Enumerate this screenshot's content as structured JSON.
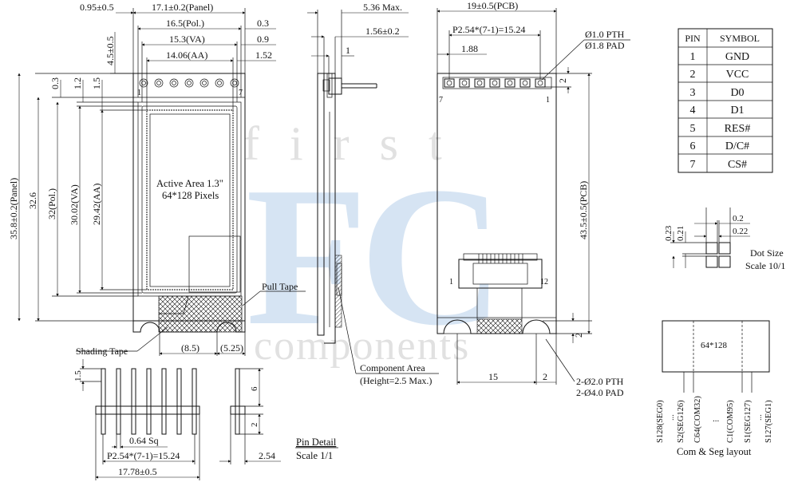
{
  "watermark": {
    "brand_top": "first",
    "brand_logo": "FC",
    "brand_bottom": "components",
    "color": "#c9ddf0"
  },
  "front_view": {
    "panel_width": "17.1±0.2(Panel)",
    "pol_width": "16.5(Pol.)",
    "va_width": "15.3(VA)",
    "aa_width": "14.06(AA)",
    "left_offset": "0.95±0.5",
    "right_0_3": "0.3",
    "right_0_9": "0.9",
    "right_1_52": "1.52",
    "pin_len": "4.5±0.5",
    "v_0_3": "0.3",
    "v_1_2": "1.2",
    "v_1_5": "1.5",
    "panel_height": "35.8±0.2(Panel)",
    "h_32_6": "32.6",
    "pol_height": "32(Pol.)",
    "va_height": "30.02(VA)",
    "aa_height": "29.42(AA)",
    "active_area_line1": "Active Area 1.3\"",
    "active_area_line2": "64*128 Pixels",
    "pull_tape": "Pull Tape",
    "shading_tape": "Shading Tape",
    "dim_8_5": "(8.5)",
    "dim_5_25": "(5.25)",
    "pin1": "1",
    "pin7": "7"
  },
  "side_view": {
    "max_height": "5.36 Max.",
    "dim_1_56": "1.56±0.2",
    "dim_1": "1",
    "component_area": "Component Area",
    "component_height": "(Height=2.5 Max.)"
  },
  "pcb_view": {
    "pcb_width": "19±0.5(PCB)",
    "pitch": "P2.54*(7-1)=15.24",
    "dim_1_88": "1.88",
    "pth": "Ø1.0 PTH",
    "pad": "Ø1.8 PAD",
    "dim_2_top": "2",
    "pcb_height": "43.5±0.5(PCB)",
    "dim_2_bottom": "2",
    "dim_15": "15",
    "dim_2_x": "2",
    "hole_pth": "2-Ø2.0 PTH",
    "hole_pad": "2-Ø4.0 PAD",
    "conn_1": "1",
    "conn_12": "12",
    "pin7": "7",
    "pin1": "1"
  },
  "pin_table": {
    "headers": [
      "PIN",
      "SYMBOL"
    ],
    "rows": [
      [
        "1",
        "GND"
      ],
      [
        "2",
        "VCC"
      ],
      [
        "3",
        "D0"
      ],
      [
        "4",
        "D1"
      ],
      [
        "5",
        "RES#"
      ],
      [
        "6",
        "D/C#"
      ],
      [
        "7",
        "CS#"
      ]
    ]
  },
  "dot_size": {
    "dim_0_2": "0.2",
    "dim_0_22": "0.22",
    "v_0_23": "0.23",
    "v_0_21": "0.21",
    "title": "Dot Size",
    "scale": "Scale 10/1"
  },
  "com_seg": {
    "matrix": "64*128",
    "labels": [
      "S128(SEG0)",
      "S2(SEG126)",
      "C64(COM32)",
      "C1(COM95)",
      "S1(SEG127)",
      "S127(SEG1)"
    ],
    "dots_1": "...",
    "dots_2": "...",
    "dots_3": "...",
    "title": "Com & Seg layout"
  },
  "pin_detail": {
    "dim_1_5": "1.5",
    "dim_6": "6",
    "dim_2": "2",
    "sq": "0.64 Sq",
    "pitch": "P2.54*(7-1)=15.24",
    "total": "17.78±0.5",
    "dim_2_54": "2.54",
    "title": "Pin Detail",
    "scale": "Scale 1/1"
  }
}
